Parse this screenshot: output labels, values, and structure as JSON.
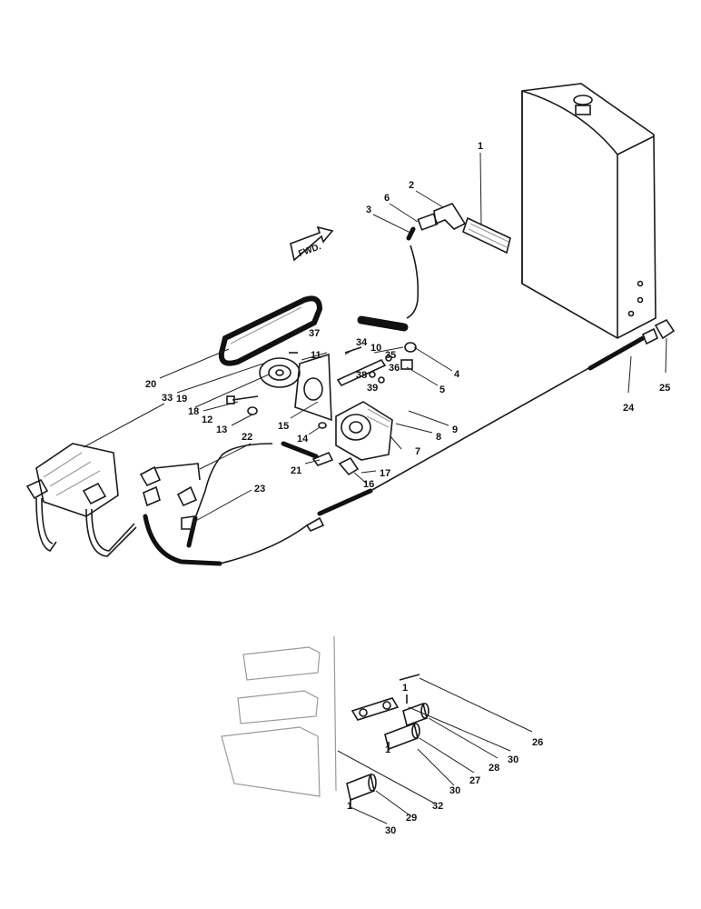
{
  "fwd_label": "FWD.",
  "callouts": [
    {
      "id": "c1",
      "text": "1"
    },
    {
      "id": "c2",
      "text": "2"
    },
    {
      "id": "c3",
      "text": "3"
    },
    {
      "id": "c4",
      "text": "4"
    },
    {
      "id": "c5",
      "text": "5"
    },
    {
      "id": "c6",
      "text": "6"
    },
    {
      "id": "c7",
      "text": "7"
    },
    {
      "id": "c8",
      "text": "8"
    },
    {
      "id": "c9",
      "text": "9"
    },
    {
      "id": "c10",
      "text": "10"
    },
    {
      "id": "c11",
      "text": "11"
    },
    {
      "id": "c12",
      "text": "12"
    },
    {
      "id": "c13",
      "text": "13"
    },
    {
      "id": "c14",
      "text": "14"
    },
    {
      "id": "c15",
      "text": "15"
    },
    {
      "id": "c16",
      "text": "16"
    },
    {
      "id": "c17",
      "text": "17"
    },
    {
      "id": "c18",
      "text": "18"
    },
    {
      "id": "c19",
      "text": "19"
    },
    {
      "id": "c20",
      "text": "20"
    },
    {
      "id": "c21",
      "text": "21"
    },
    {
      "id": "c22",
      "text": "22"
    },
    {
      "id": "c23",
      "text": "23"
    },
    {
      "id": "c24",
      "text": "24"
    },
    {
      "id": "c25",
      "text": "25"
    },
    {
      "id": "c26",
      "text": "26"
    },
    {
      "id": "c27",
      "text": "27"
    },
    {
      "id": "c28",
      "text": "28"
    },
    {
      "id": "c29",
      "text": "29"
    },
    {
      "id": "c30a",
      "text": "30"
    },
    {
      "id": "c30b",
      "text": "30"
    },
    {
      "id": "c30c",
      "text": "30"
    },
    {
      "id": "c32",
      "text": "32"
    },
    {
      "id": "c33",
      "text": "33"
    },
    {
      "id": "c34",
      "text": "34"
    },
    {
      "id": "c35",
      "text": "35"
    },
    {
      "id": "c36",
      "text": "36"
    },
    {
      "id": "c37",
      "text": "37"
    },
    {
      "id": "c38",
      "text": "38"
    },
    {
      "id": "c39",
      "text": "39"
    },
    {
      "id": "c1a",
      "text": "1"
    },
    {
      "id": "c1b",
      "text": "1"
    },
    {
      "id": "c1c",
      "text": "1"
    }
  ]
}
